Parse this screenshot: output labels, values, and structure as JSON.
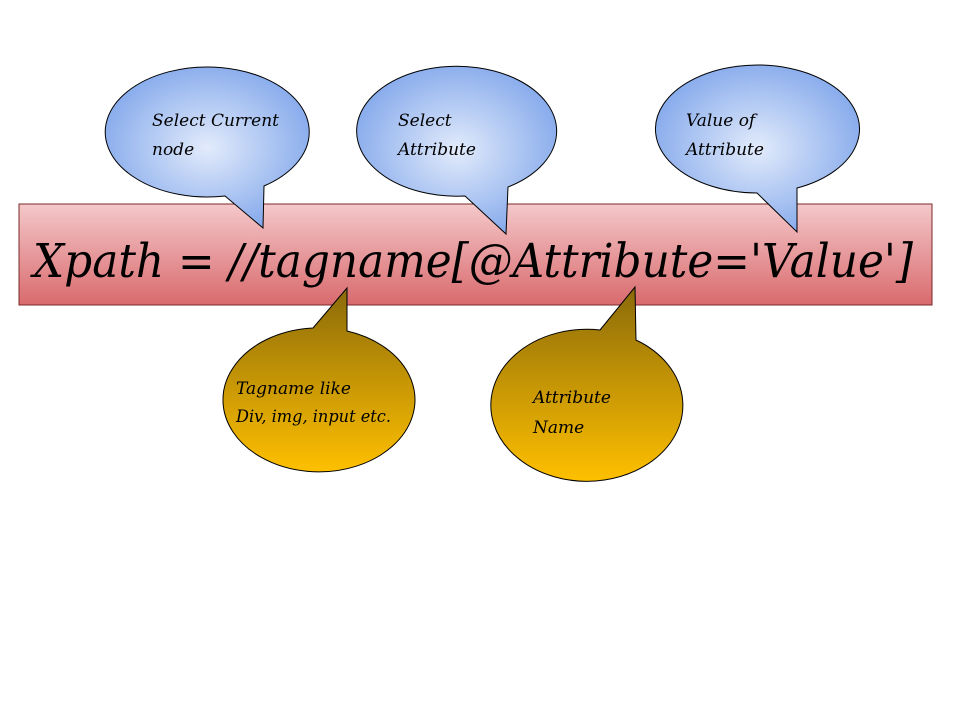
{
  "formula": "Xpath = //tagname[@Attribute='Value']",
  "callouts": {
    "select_current_node": {
      "line1": "Select Current",
      "line2": "node"
    },
    "select_attribute": {
      "line1": "Select",
      "line2": "Attribute"
    },
    "value_of_attribute": {
      "line1": "Value of",
      "line2": "Attribute"
    },
    "tagname": {
      "line1": "Tagname like",
      "line2": "Div, img, input etc."
    },
    "attribute_name": {
      "line1": "Attribute",
      "line2": "Name"
    }
  },
  "colors": {
    "banner_top": "#f4c8ca",
    "banner_bottom": "#d96a6d",
    "blue_light": "#e2ebfb",
    "blue_dark": "#7ca3ea",
    "gold_top": "#8a6a0a",
    "gold_bottom": "#ffc000"
  }
}
